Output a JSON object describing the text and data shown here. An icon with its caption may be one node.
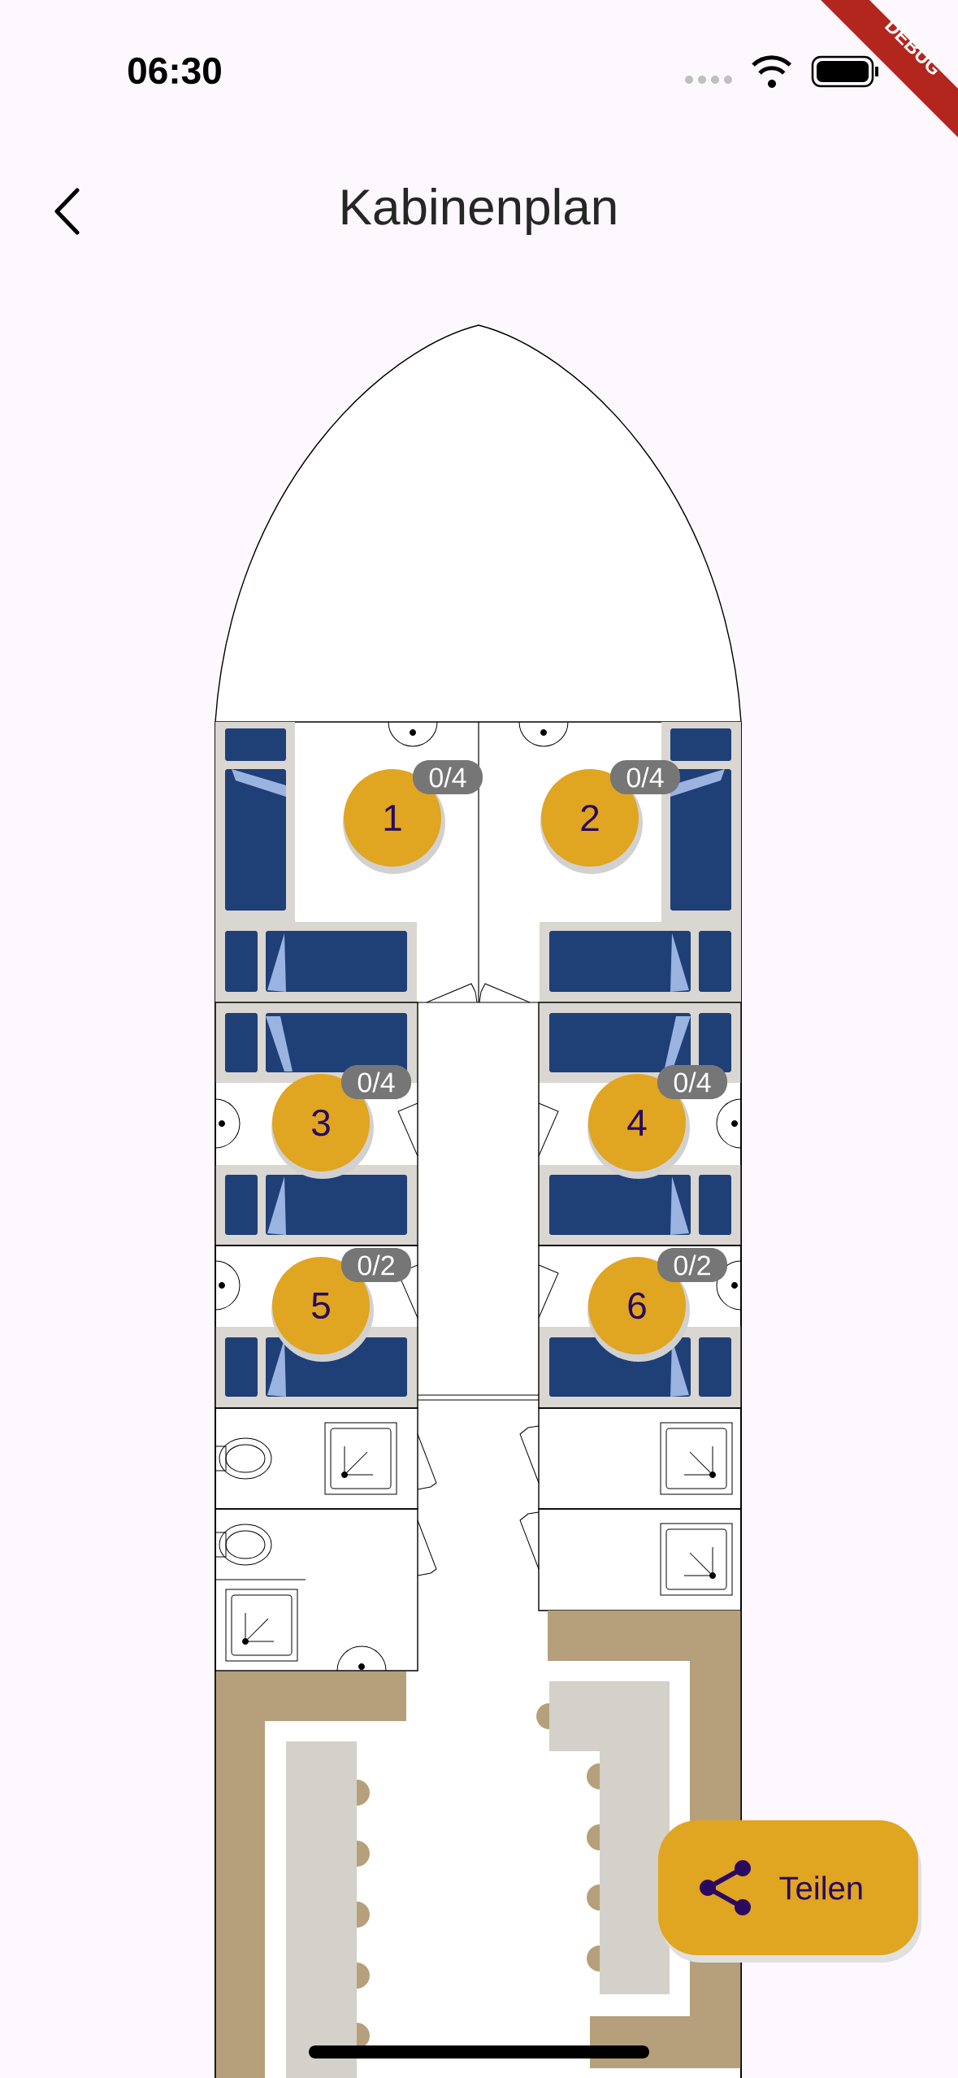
{
  "diagram": {
    "title": "Kabinenplan",
    "nodes": [
      {
        "text": [
          "1"
        ],
        "beside": [
          "0/4"
        ]
      },
      {
        "text": [
          "2"
        ],
        "beside": [
          "0/4"
        ]
      },
      {
        "text": [
          "3"
        ],
        "beside": [
          "0/4"
        ]
      },
      {
        "text": [
          "4"
        ],
        "beside": [
          "0/4"
        ]
      },
      {
        "text": [
          "5"
        ],
        "beside": [
          "0/2"
        ]
      },
      {
        "text": [
          "6"
        ],
        "beside": [
          "0/2"
        ]
      }
    ],
    "labels": [
      "06:30",
      "DEBUG",
      "Teilen"
    ]
  }
}
